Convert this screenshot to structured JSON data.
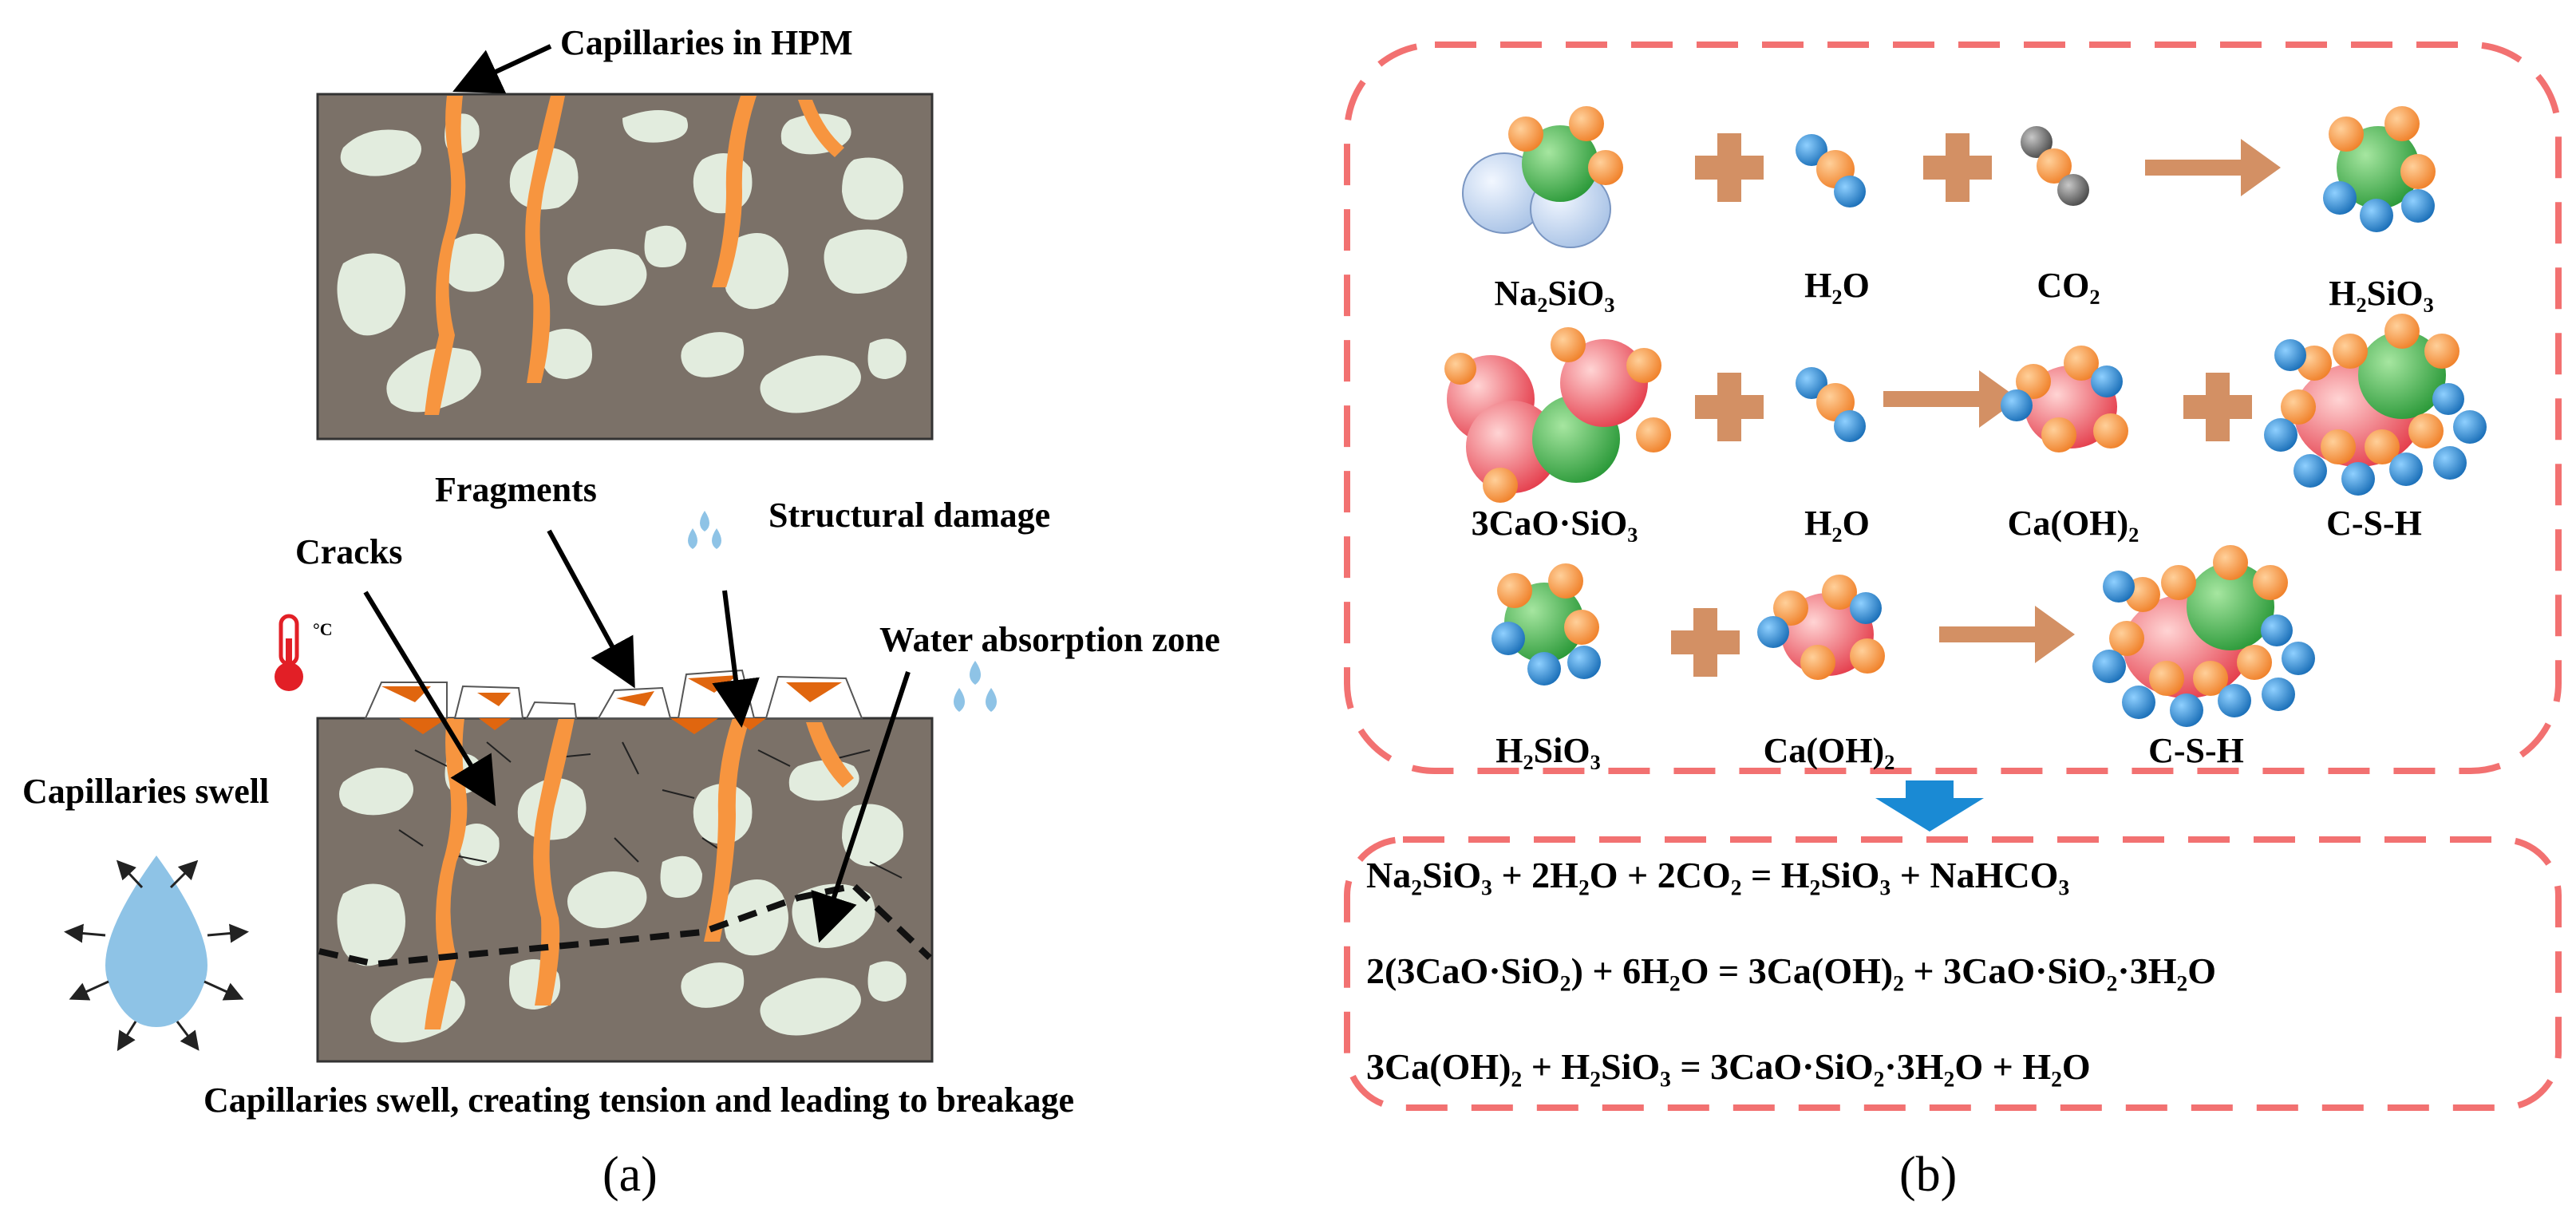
{
  "panel_a": {
    "top_label": "Capillaries in HPM",
    "fragments": "Fragments",
    "structural_damage": "Structural damage",
    "cracks": "Cracks",
    "temp_unit": "°C",
    "water_zone": "Water absorption zone",
    "swell_label": "Capillaries swell",
    "bottom_caption": "Capillaries swell, creating tension and leading to breakage",
    "panel_label": "(a)"
  },
  "panel_b": {
    "row1": [
      "Na₂SiO₃",
      "H₂O",
      "CO₂",
      "H₂SiO₃"
    ],
    "row2": [
      "3CaO·SiO₃",
      "H₂O",
      "Ca(OH)₂",
      "C-S-H"
    ],
    "row3": [
      "H₂SiO₃",
      "Ca(OH)₂",
      "C-S-H"
    ],
    "equations": [
      "Na₂SiO₃ + 2H₂O + 2CO₂ = H₂SiO₃ + NaHCO₃",
      "2(3CaO·SiO₂) + 6H₂O = 3Ca(OH)₂ + 3CaO·SiO₂·3H₂O",
      "3Ca(OH)₂ + H₂SiO₃ = 3CaO·SiO₂·3H₂O + H₂O"
    ],
    "panel_label": "(b)"
  },
  "colors": {
    "mortar": "#7b7168",
    "aggregate": "#e2ecde",
    "capillary": "#f7953f",
    "fragment": "#e0660f",
    "dashed_box": "#f27171",
    "plus_arrow": "#d39064",
    "oxygen": "#f7963c",
    "hydrogen": "#2f8dd6",
    "silicon": "#3cb04a",
    "calcium": "#ef5a64",
    "sodium": "#b9cde7",
    "carbon": "#6b6b6b",
    "water_drop": "#8ec3e6",
    "down_arrow": "#1a8ad4"
  }
}
